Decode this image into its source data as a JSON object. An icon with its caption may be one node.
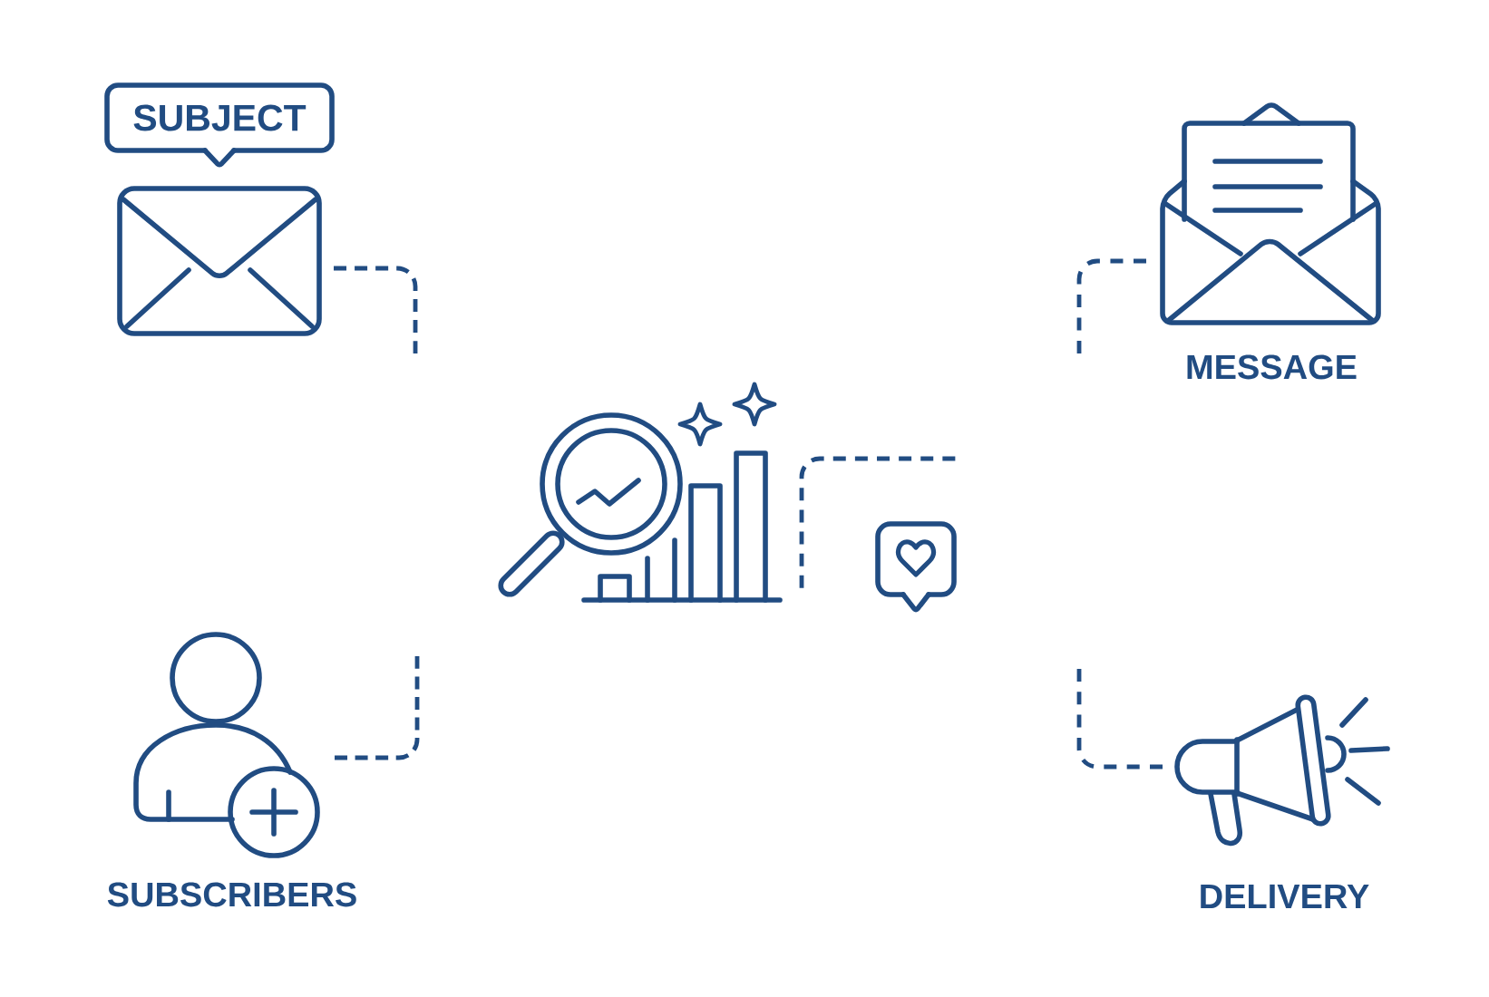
{
  "diagram": {
    "nodes": [
      {
        "text": [
          "SUBJECT"
        ]
      },
      {
        "text": [],
        "shape": "picture"
      },
      {
        "text": [
          "MESSAGE"
        ]
      },
      {
        "text": [],
        "shape": "picture"
      },
      {
        "text": [
          "SUBSCRIBERS"
        ]
      },
      {
        "text": [
          "DELIVERY"
        ]
      }
    ],
    "edges": [
      {
        "from": 1,
        "to": null,
        "arrow": "none",
        "style": "dashed"
      },
      {
        "from": 2,
        "to": null,
        "arrow": "none",
        "style": "dashed"
      },
      {
        "from": 3,
        "to": null,
        "arrow": "none",
        "style": "dashed"
      },
      {
        "from": 4,
        "to": null,
        "arrow": "none",
        "style": "dashed"
      },
      {
        "from": 5,
        "to": null,
        "arrow": "none",
        "style": "dashed"
      }
    ]
  }
}
